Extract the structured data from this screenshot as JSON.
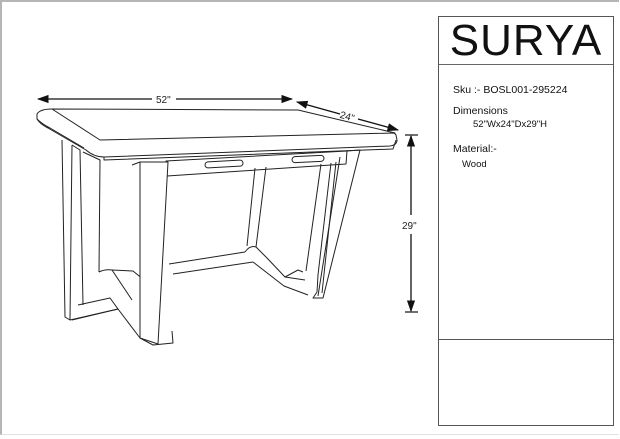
{
  "brand": {
    "name": "SURYA"
  },
  "product": {
    "sku_line": "Sku :- BOSL001-295224",
    "dimensions_label": "Dimensions",
    "dimensions_value": "52\"Wx24\"Dx29\"H",
    "material_label": "Material:-",
    "material_value": "Wood"
  },
  "drawing": {
    "subject": "desk line drawing",
    "width_dimension": "52\"",
    "depth_dimension": "24\"",
    "height_dimension": "29\""
  },
  "notes_box": {
    "content": ""
  }
}
